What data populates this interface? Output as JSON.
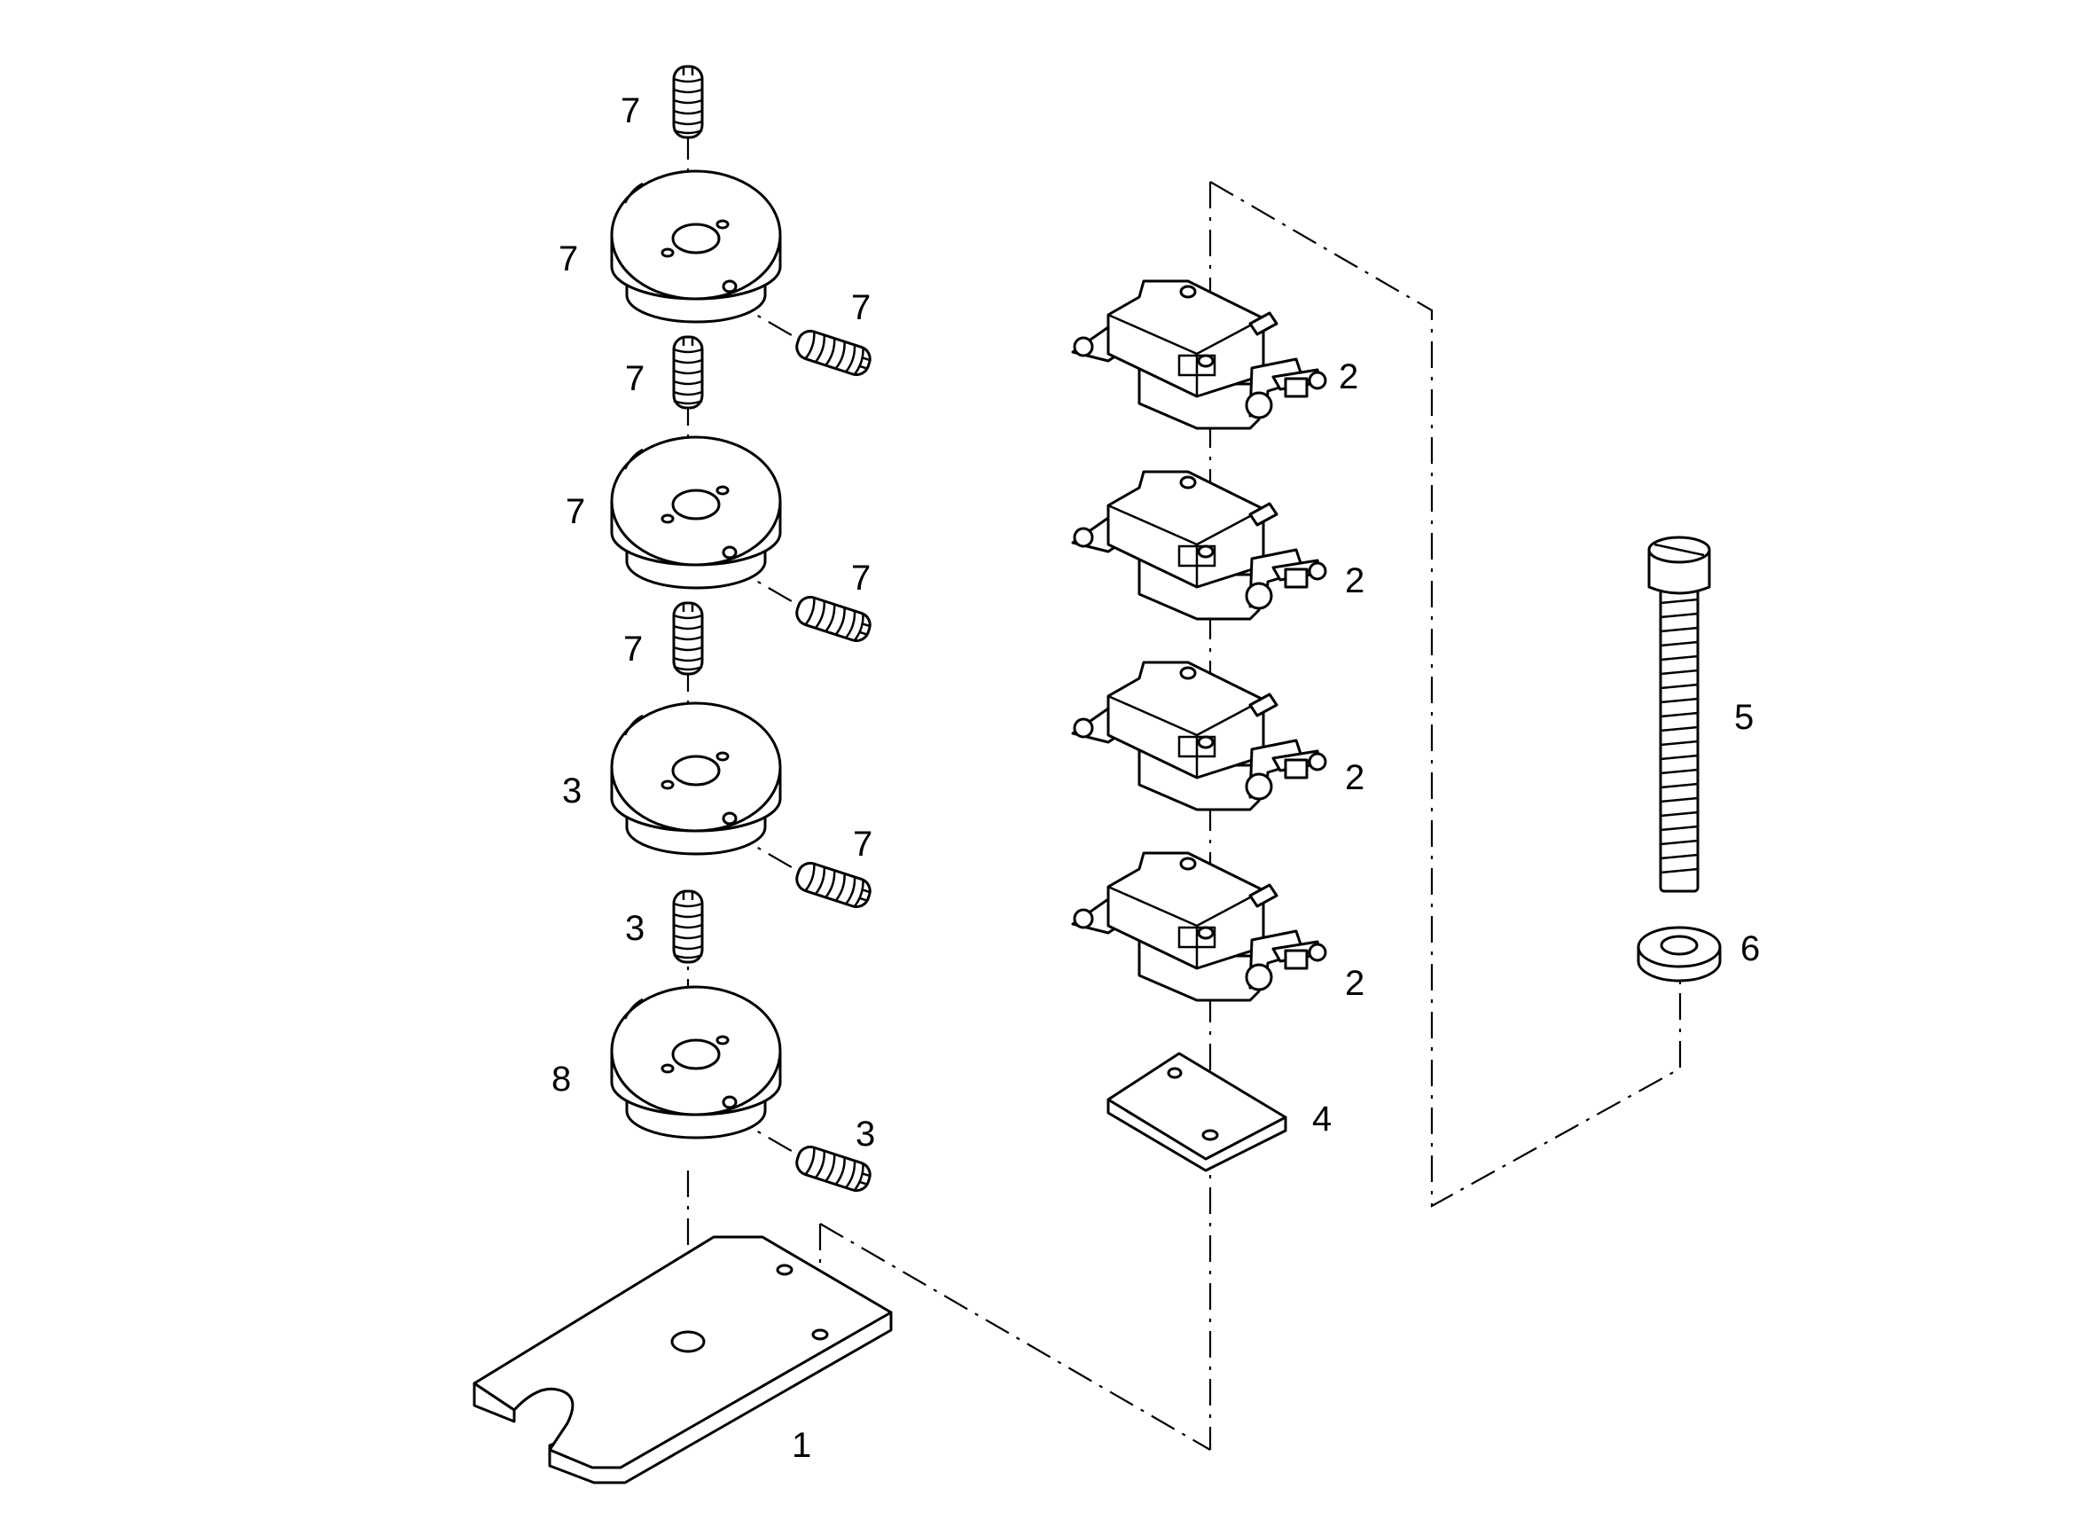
{
  "callouts": {
    "setscrew_top_1": "7",
    "cam_1": "7",
    "setscrew_side_1": "7",
    "setscrew_top_2": "7",
    "cam_2": "7",
    "setscrew_side_2": "7",
    "setscrew_top_3": "7",
    "cam_3": "3",
    "setscrew_side_3": "7",
    "setscrew_top_4": "3",
    "cam_4": "8",
    "setscrew_side_4": "3",
    "base_plate": "1",
    "microswitch_1": "2",
    "microswitch_2": "2",
    "microswitch_3": "2",
    "microswitch_4": "2",
    "insulating_plate": "4",
    "screw": "5",
    "washer": "6"
  }
}
